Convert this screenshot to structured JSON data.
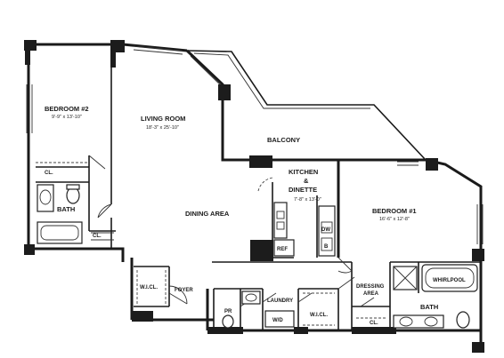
{
  "rooms": {
    "bedroom2": {
      "name": "BEDROOM #2",
      "dims": "9'-9\" x 13'-10\""
    },
    "living": {
      "name": "LIVING ROOM",
      "dims": "18'-3\" x 25'-10\""
    },
    "balcony": {
      "name": "BALCONY"
    },
    "kitchen": {
      "name_line1": "KITCHEN",
      "name_line2": "&",
      "name_line3": "DINETTE",
      "dims": "7'-8\" x 13'-0\""
    },
    "bedroom1": {
      "name": "BEDROOM #1",
      "dims": "16'-6\" x 12'-8\""
    },
    "dining": {
      "name": "DINING AREA"
    },
    "bath_left": {
      "name": "BATH"
    },
    "bath_right": {
      "name": "BATH"
    },
    "walk_in_closet_left": {
      "name": "W.I.CL."
    },
    "walk_in_closet_right": {
      "name": "W.I.CL."
    },
    "foyer": {
      "name": "FOYER"
    },
    "powder_room": {
      "name": "PR"
    },
    "laundry": {
      "name": "LAUNDRY",
      "fixture": "W/D"
    },
    "dressing": {
      "name_line1": "DRESSING",
      "name_line2": "AREA"
    },
    "whirlpool": {
      "name": "WHIRLPOOL"
    }
  },
  "fixtures": {
    "closet": "CL.",
    "refrigerator": "REF",
    "dishwasher": "DW",
    "oven_label": "B"
  }
}
